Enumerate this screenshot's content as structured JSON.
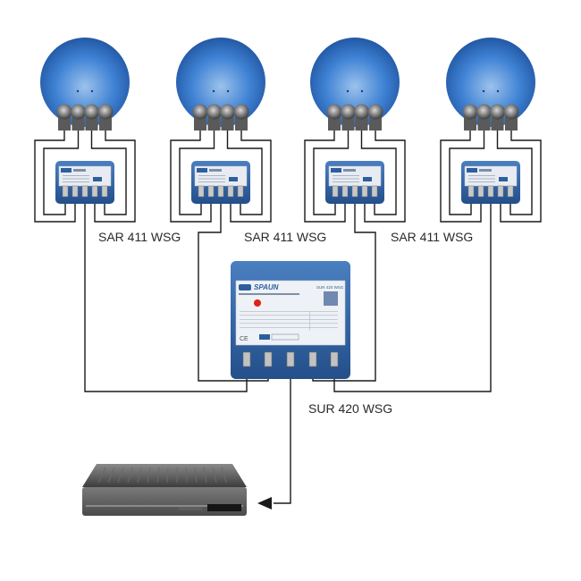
{
  "diagram": {
    "labels": {
      "switch_1": "SAR 411 WSG",
      "switch_2": "SAR 411 WSG",
      "switch_3": "SAR 411 WSG",
      "main_switch": "SUR 420 WSG"
    },
    "brand": "SPAUN",
    "main_switch_model": "SUR 420 WSG",
    "dishes": [
      {
        "name": "dish-1"
      },
      {
        "name": "dish-2"
      },
      {
        "name": "dish-3"
      },
      {
        "name": "dish-4"
      }
    ],
    "colors": {
      "dish_blue": "#2e6fc4",
      "switch_blue": "#2d5f9e",
      "lnb_gray": "#5a5a5a",
      "wire": "#1a1a1a",
      "led_red": "#e0201a"
    }
  }
}
